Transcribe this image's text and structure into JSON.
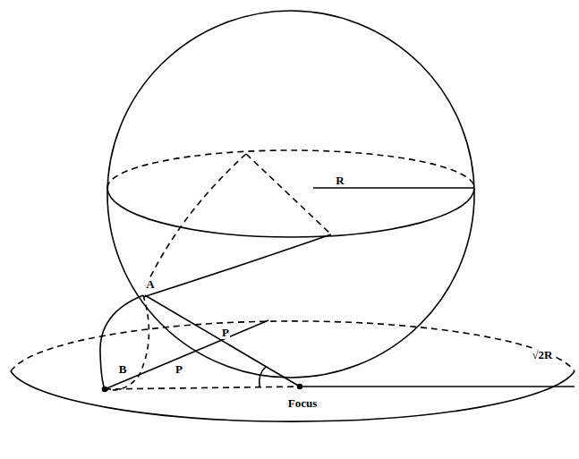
{
  "diagram": {
    "labels": [
      "R",
      "A",
      "P",
      "B",
      "P",
      "Focus",
      "√2R"
    ]
  }
}
